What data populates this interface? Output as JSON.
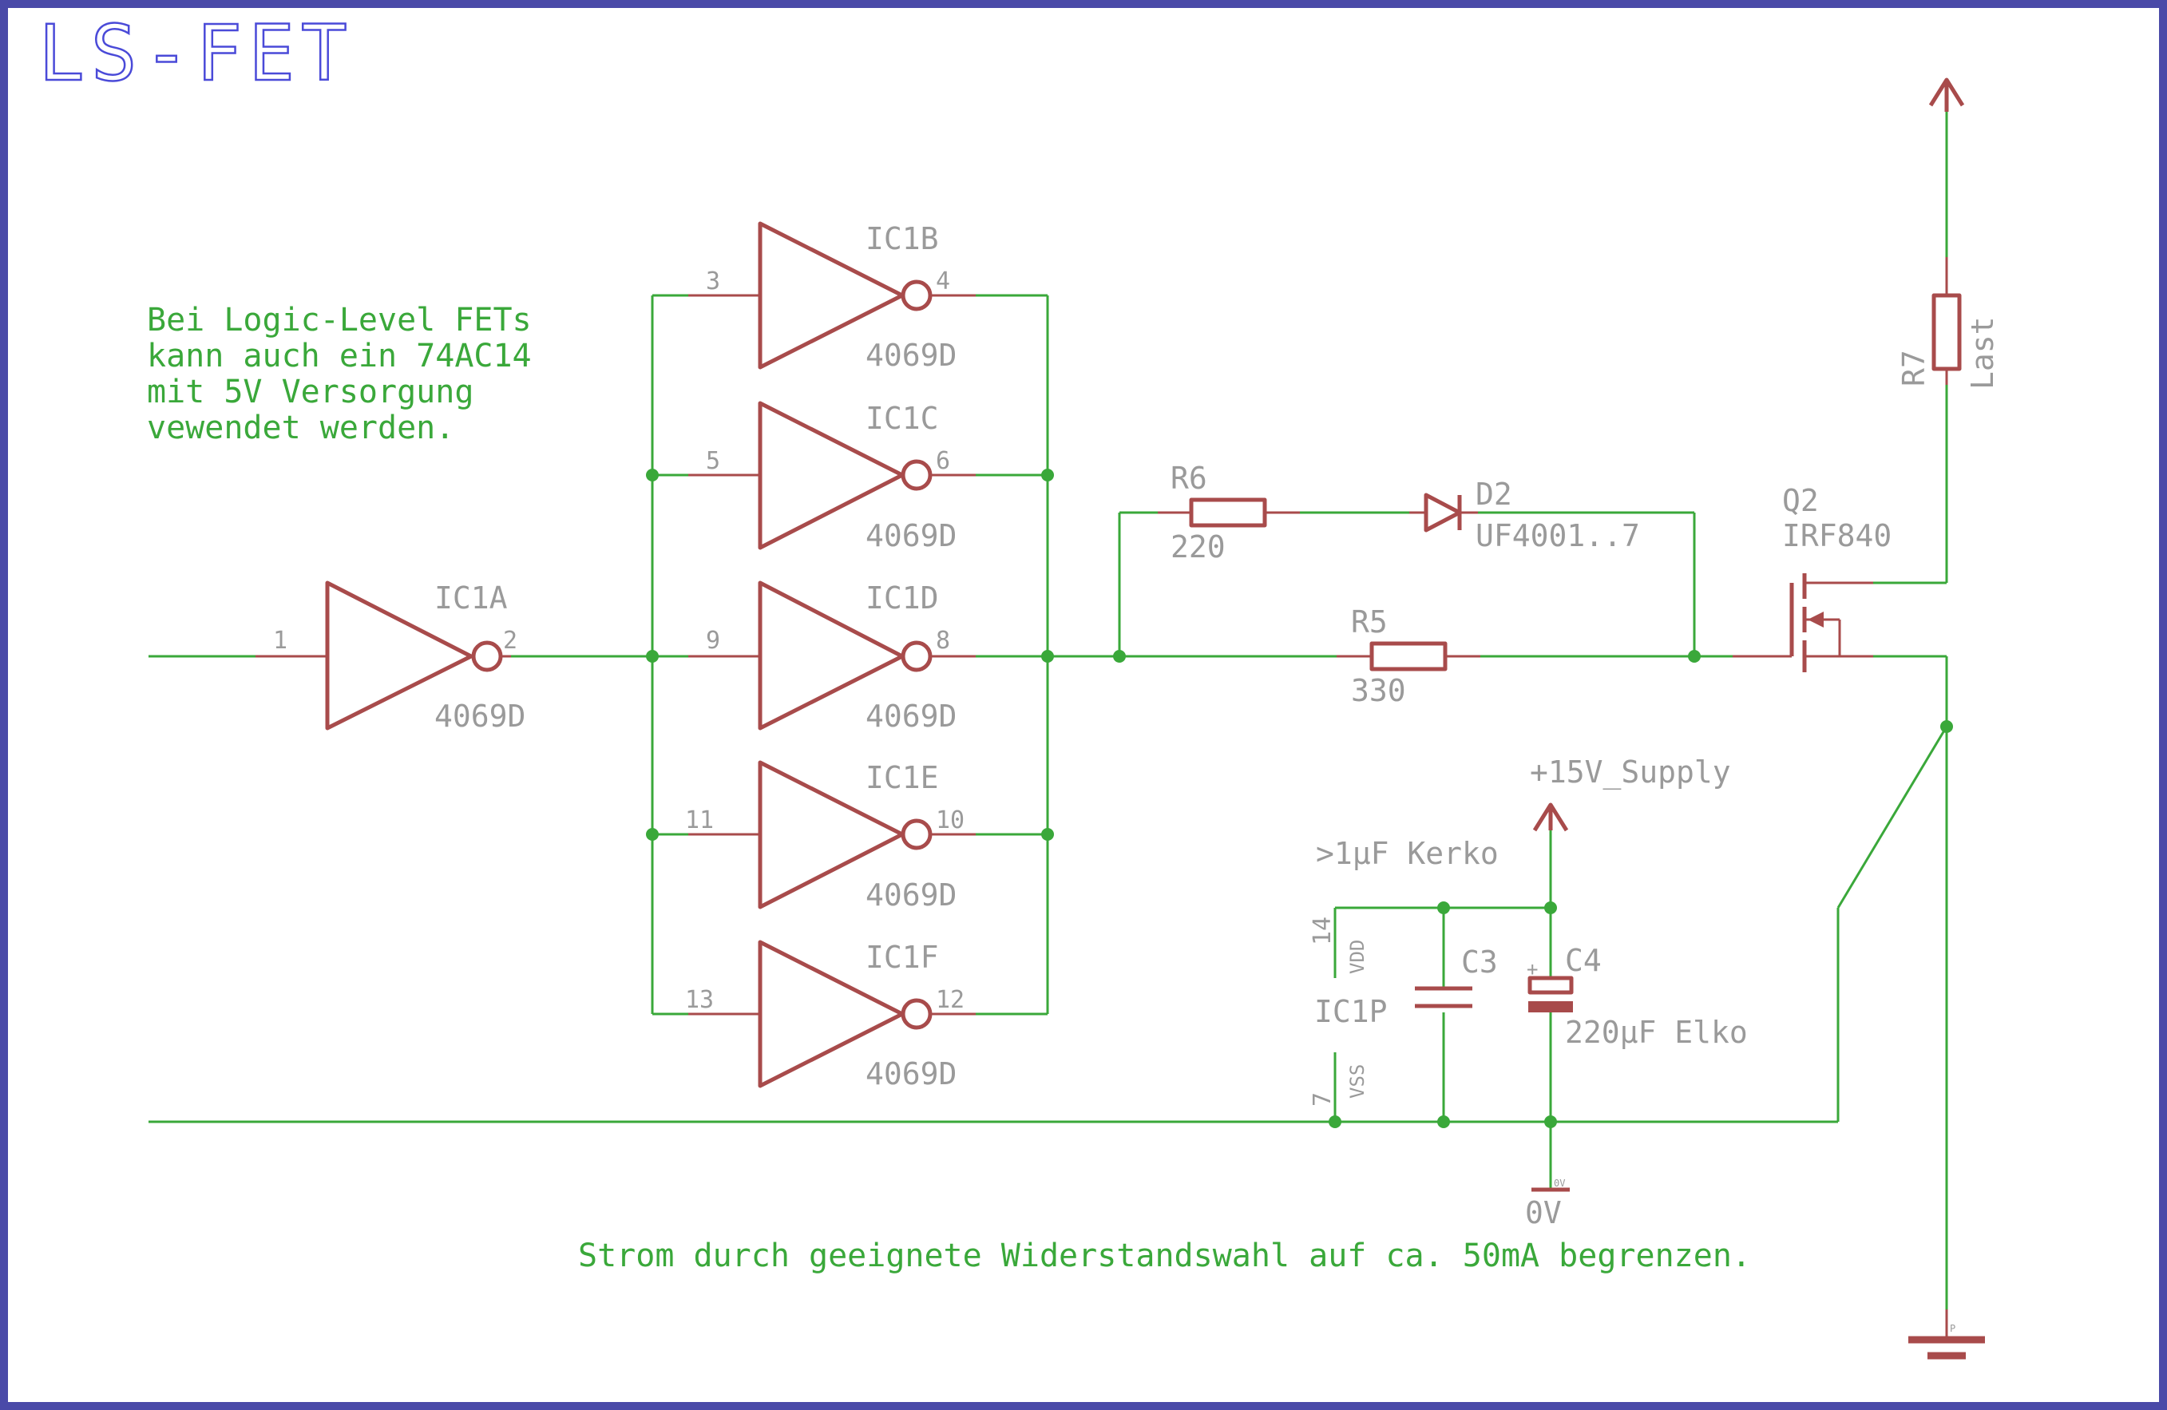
{
  "title": "LS-FET",
  "notes": {
    "logic_level": [
      "Bei Logic-Level FETs",
      "kann auch ein 74AC14",
      "mit 5V Versorgung",
      "vewendet werden."
    ],
    "current": "Strom durch geeignete Widerstandswahl auf ca. 50mA begrenzen."
  },
  "inverters": [
    {
      "name": "IC1A",
      "value": "4069D",
      "pin_in": "1",
      "pin_out": "2"
    },
    {
      "name": "IC1B",
      "value": "4069D",
      "pin_in": "3",
      "pin_out": "4"
    },
    {
      "name": "IC1C",
      "value": "4069D",
      "pin_in": "5",
      "pin_out": "6"
    },
    {
      "name": "IC1D",
      "value": "4069D",
      "pin_in": "9",
      "pin_out": "8"
    },
    {
      "name": "IC1E",
      "value": "4069D",
      "pin_in": "11",
      "pin_out": "10"
    },
    {
      "name": "IC1F",
      "value": "4069D",
      "pin_in": "13",
      "pin_out": "12"
    }
  ],
  "components": {
    "r6": {
      "name": "R6",
      "value": "220"
    },
    "r5": {
      "name": "R5",
      "value": "330"
    },
    "r7": {
      "name": "R7",
      "value": "Last"
    },
    "d2": {
      "name": "D2",
      "value": "UF4001..7"
    },
    "q2": {
      "name": "Q2",
      "value": "IRF840"
    },
    "c3": {
      "name": "C3",
      "note": ">1µF Kerko"
    },
    "c4": {
      "name": "C4",
      "note": "220µF Elko",
      "polarity": "+"
    },
    "ic1p": {
      "name": "IC1P",
      "pin_vdd": "14",
      "pin_vss": "7",
      "vdd": "VDD",
      "vss": "VSS"
    }
  },
  "supplies": {
    "supply15": "+15V_Supply",
    "gnd": "0V",
    "gnd_tiny": "0V",
    "gnd2_tiny": "P"
  },
  "colors": {
    "wire": "#3aa83a",
    "symbol": "#a84b4b",
    "label": "#9a9a9a",
    "frame": "#4a4aa8",
    "title": "#4a4ad8"
  }
}
